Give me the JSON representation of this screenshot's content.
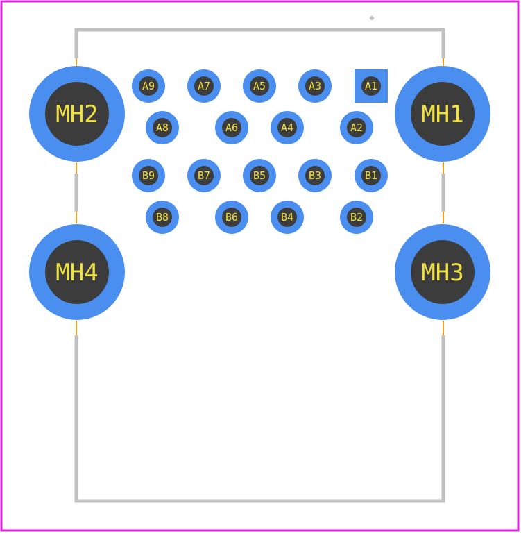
{
  "colors": {
    "background": "#ffffff",
    "boundary": "#e020e0",
    "silkscreen": "#c0c0c0",
    "pad": "#4a8ef0",
    "drill": "#3c3c3c",
    "label": "#f0e040",
    "courtyard": "#f0a020"
  },
  "mounting_holes": [
    {
      "id": "mh2",
      "label": "MH2"
    },
    {
      "id": "mh1",
      "label": "MH1"
    },
    {
      "id": "mh4",
      "label": "MH4"
    },
    {
      "id": "mh3",
      "label": "MH3"
    }
  ],
  "pins": [
    {
      "id": "a9",
      "label": "A9",
      "shape": "round"
    },
    {
      "id": "a7",
      "label": "A7",
      "shape": "round"
    },
    {
      "id": "a5",
      "label": "A5",
      "shape": "round"
    },
    {
      "id": "a3",
      "label": "A3",
      "shape": "round"
    },
    {
      "id": "a1",
      "label": "A1",
      "shape": "square"
    },
    {
      "id": "a8",
      "label": "A8",
      "shape": "round"
    },
    {
      "id": "a6",
      "label": "A6",
      "shape": "round"
    },
    {
      "id": "a4",
      "label": "A4",
      "shape": "round"
    },
    {
      "id": "a2",
      "label": "A2",
      "shape": "round"
    },
    {
      "id": "b9",
      "label": "B9",
      "shape": "round"
    },
    {
      "id": "b7",
      "label": "B7",
      "shape": "round"
    },
    {
      "id": "b5",
      "label": "B5",
      "shape": "round"
    },
    {
      "id": "b3",
      "label": "B3",
      "shape": "round"
    },
    {
      "id": "b1",
      "label": "B1",
      "shape": "round"
    },
    {
      "id": "b8",
      "label": "B8",
      "shape": "round"
    },
    {
      "id": "b6",
      "label": "B6",
      "shape": "round"
    },
    {
      "id": "b4",
      "label": "B4",
      "shape": "round"
    },
    {
      "id": "b2",
      "label": "B2",
      "shape": "round"
    }
  ]
}
